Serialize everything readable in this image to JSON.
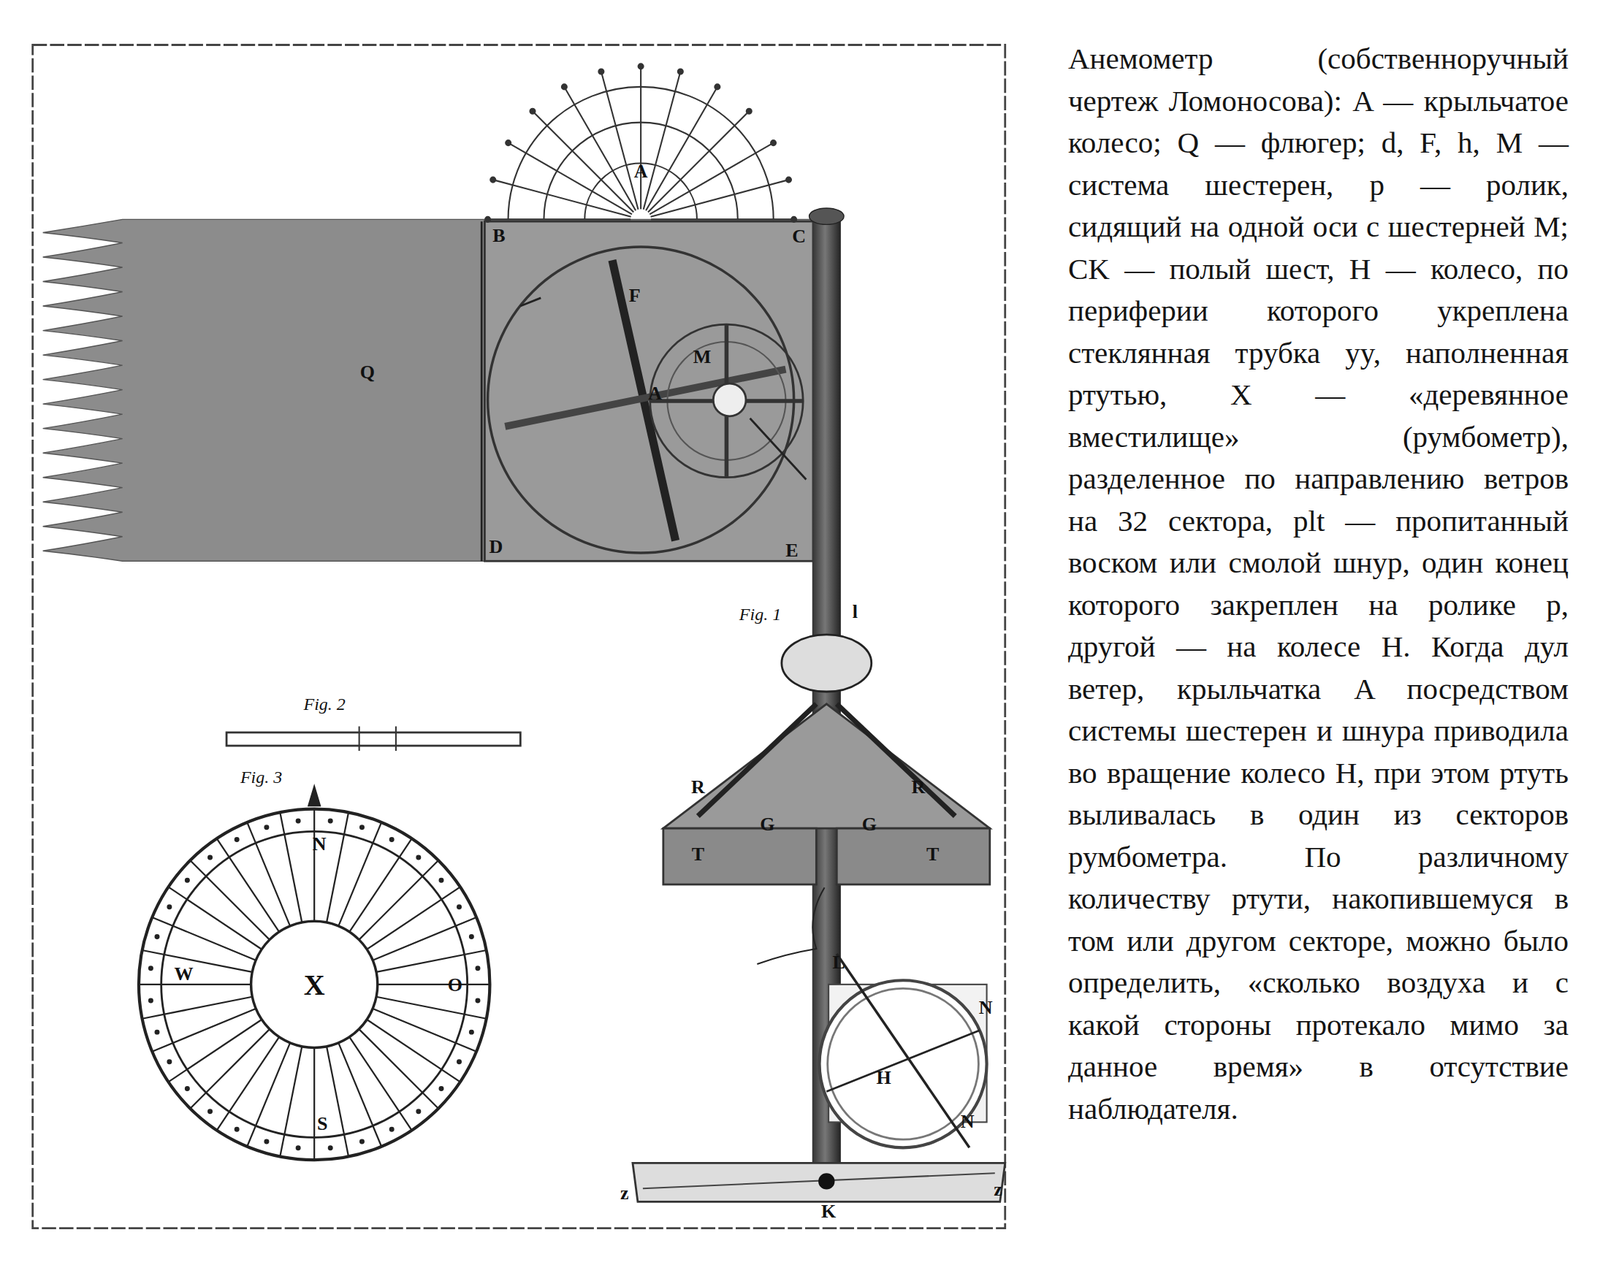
{
  "diagram": {
    "caption": "Анемометр (собственноручный чертеж Ломоносова): A — крыльчатое колесо; Q — флюгер; d, F, h, M — система шестерен, p — ролик, сидящий на одной оси с шестерней M; CK — полый шест, H — колесо, по периферии которого укреплена стеклянная трубка yy, наполненная ртутью, X — «деревянное вместилище» (румбометр), разделенное по направлению ветров на 32 сектора, plt — пропитанный воском или смолой шнур, один конец которого закреплен на ролике p, другой — на колесе H. Когда дул ветер, крыльчатка A посредством системы шестерен и шнура приводила во вращение колесо H, при этом ртуть выливалась в один из секторов румбометра. По различному количеству ртути, накопившемуся в том или другом секторе, можно было определить, «сколько воздуха и с какой стороны протекало мимо за данное время» в отсутствие наблюдателя.",
    "labels": [
      "A",
      "B",
      "C",
      "Q",
      "F",
      "M",
      "A",
      "D",
      "E",
      "Fig. 1",
      "l",
      "R",
      "R",
      "G",
      "G",
      "T",
      "T",
      "L",
      "N",
      "H",
      "N",
      "K",
      "z",
      "z",
      "Fig. 2",
      "Fig. 3",
      "N",
      "W",
      "X",
      "O",
      "S"
    ]
  }
}
